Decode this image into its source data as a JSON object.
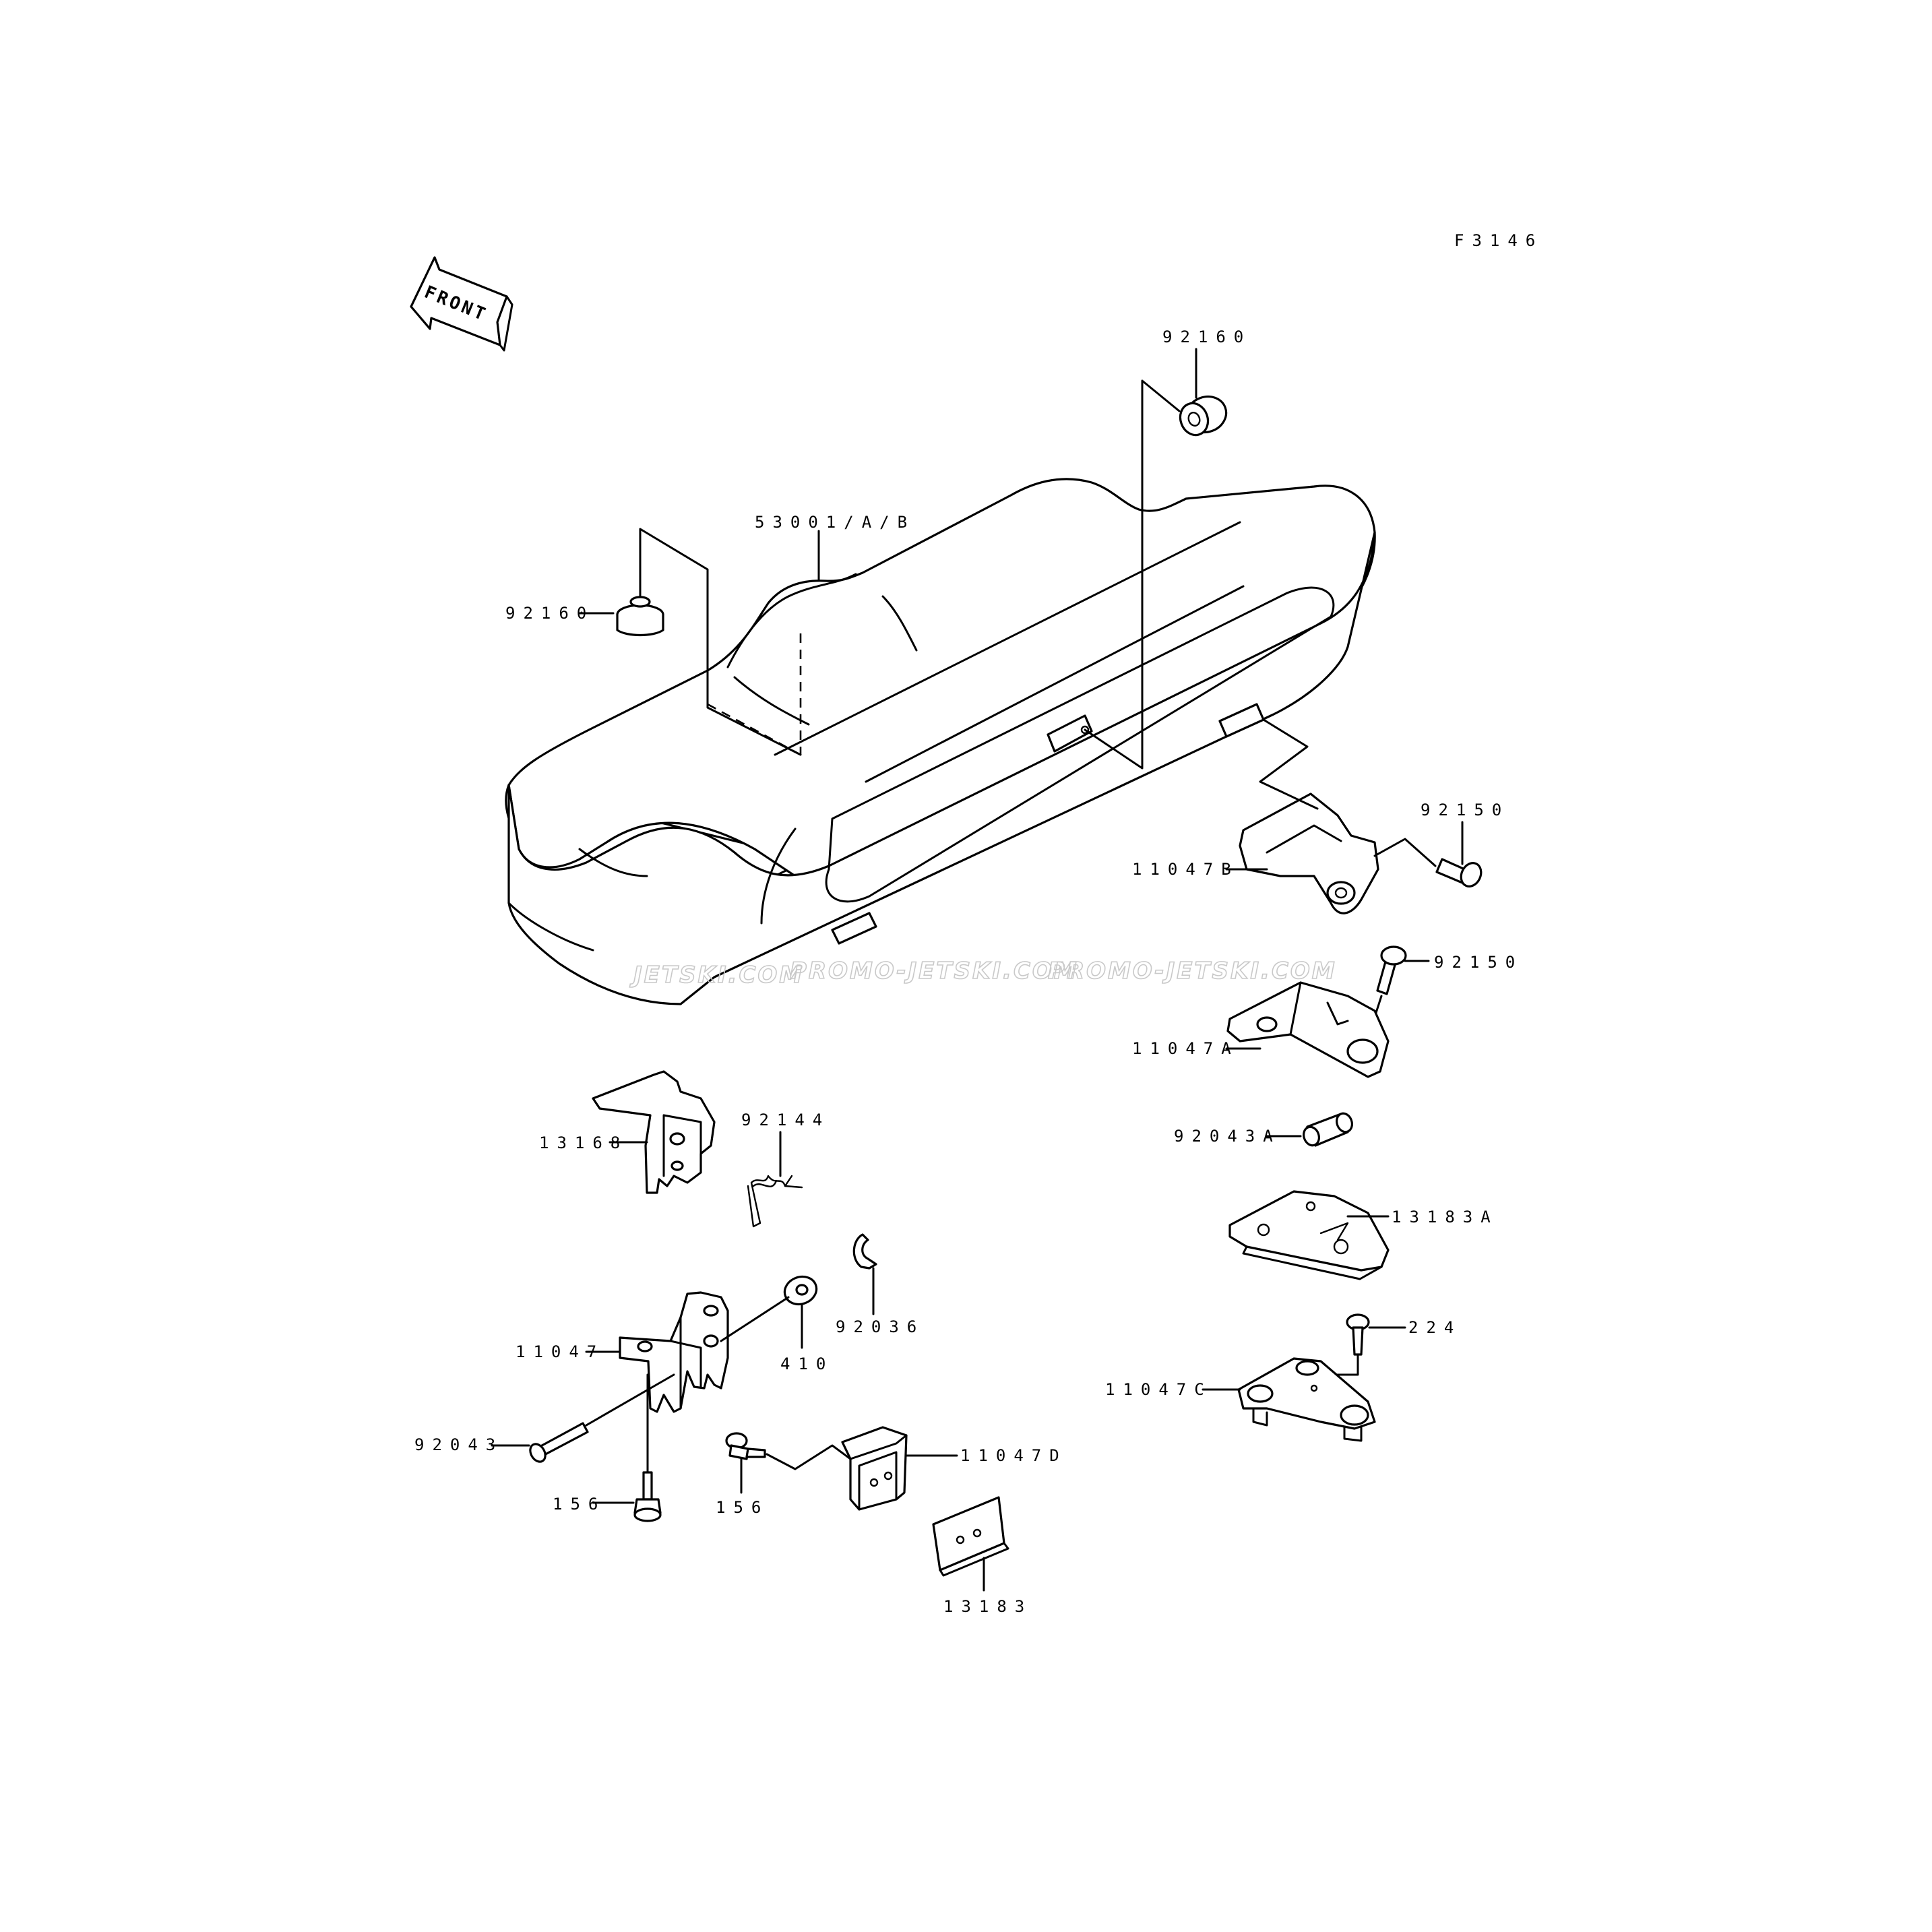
{
  "figure_code": "F3146",
  "front_arrow": "FRONT",
  "watermarks": [
    "JETSKI.COM",
    "PROMO-JETSKI.COM",
    "PROMO-JETSKI.COM"
  ],
  "labels": {
    "seat": "53001/A/B",
    "damper_left": "92160",
    "damper_top": "92160",
    "bolt_92150_a": "92150",
    "bolt_92150_b": "92150",
    "hook_b": "11047B",
    "hook_a": "11047A",
    "collar_a": "92043A",
    "pad_a": "13183A",
    "screw_224": "224",
    "plate_c": "11047C",
    "lock_plate": "13168",
    "spring": "92144",
    "clip": "92036",
    "washer": "410",
    "bracket": "11047",
    "pin": "92043",
    "bolt_156_a": "156",
    "bolt_156_b": "156",
    "bracket_d": "11047D",
    "pad": "13183"
  }
}
